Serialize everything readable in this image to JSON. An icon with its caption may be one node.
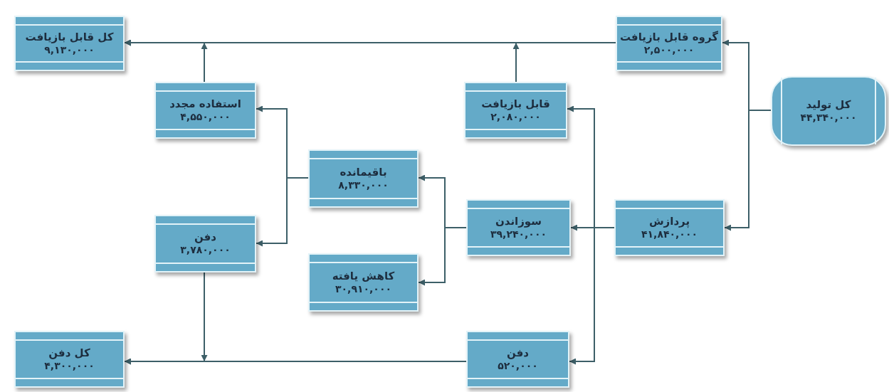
{
  "diagram": {
    "nodes": [
      {
        "text": [
          "کل قابل بازیافت",
          "۹,۱۳۰,۰۰۰"
        ]
      },
      {
        "text": [
          "گروه قابل بازیافت",
          "۲,۵۰۰,۰۰۰"
        ]
      },
      {
        "text": [
          "استفاده مجدد",
          "۴,۵۵۰,۰۰۰"
        ]
      },
      {
        "text": [
          "قابل بازیافت",
          "۲,۰۸۰,۰۰۰"
        ]
      },
      {
        "text": [
          "کل تولید",
          "۴۴,۳۴۰,۰۰۰"
        ]
      },
      {
        "text": [
          "باقیمانده",
          "۸,۳۳۰,۰۰۰"
        ]
      },
      {
        "text": [
          "دفن",
          "۳,۷۸۰,۰۰۰"
        ]
      },
      {
        "text": [
          "سوزاندن",
          "۳۹,۲۴۰,۰۰۰"
        ]
      },
      {
        "text": [
          "پردازش",
          "۴۱,۸۴۰,۰۰۰"
        ]
      },
      {
        "text": [
          "کاهش یافته",
          "۳۰,۹۱۰,۰۰۰"
        ]
      },
      {
        "text": [
          "کل دفن",
          "۴,۳۰۰,۰۰۰"
        ]
      },
      {
        "text": [
          "دفن",
          "۵۲۰,۰۰۰"
        ]
      }
    ],
    "edges": [
      {
        "from": 4,
        "to": 1,
        "arrow": "to"
      },
      {
        "from": 4,
        "to": 8,
        "arrow": "to"
      },
      {
        "from": 1,
        "to": 0,
        "arrow": "to"
      },
      {
        "from": 2,
        "to": 0,
        "arrow": "to"
      },
      {
        "from": 3,
        "to": 0,
        "arrow": "to"
      },
      {
        "from": 8,
        "to": 7,
        "arrow": "to"
      },
      {
        "from": 8,
        "to": 3,
        "arrow": "to"
      },
      {
        "from": 8,
        "to": 11,
        "arrow": "to"
      },
      {
        "from": 7,
        "to": 5,
        "arrow": "to"
      },
      {
        "from": 7,
        "to": 9,
        "arrow": "to"
      },
      {
        "from": 5,
        "to": 2,
        "arrow": "to"
      },
      {
        "from": 5,
        "to": 6,
        "arrow": "to"
      },
      {
        "from": 6,
        "to": 10,
        "arrow": "to"
      },
      {
        "from": 11,
        "to": 10,
        "arrow": "to"
      }
    ]
  }
}
